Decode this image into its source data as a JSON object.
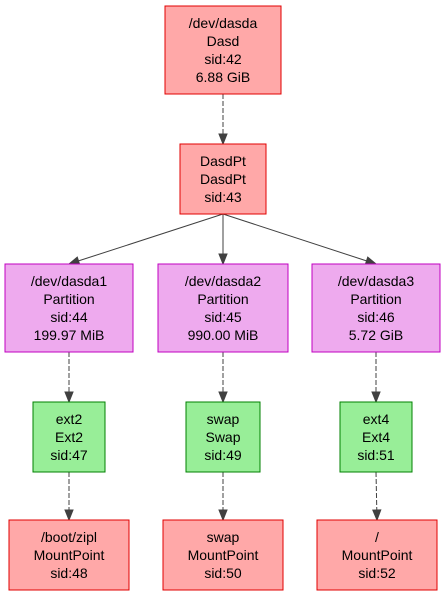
{
  "palette": {
    "disk": {
      "fill": "#ffa8a8",
      "stroke": "#e00000"
    },
    "table": {
      "fill": "#ffa8a8",
      "stroke": "#e00000"
    },
    "partition": {
      "fill": "#eeaaee",
      "stroke": "#c000c0"
    },
    "fs": {
      "fill": "#98ee98",
      "stroke": "#008000"
    },
    "mount": {
      "fill": "#ffa8a8",
      "stroke": "#e00000"
    },
    "edge": "#404040"
  },
  "nodes": [
    {
      "id": "n42",
      "kind": "disk",
      "lines": [
        "/dev/dasda",
        "Dasd",
        "sid:42",
        "6.88 GiB"
      ]
    },
    {
      "id": "n43",
      "kind": "table",
      "lines": [
        "DasdPt",
        "DasdPt",
        "sid:43"
      ]
    },
    {
      "id": "n44",
      "kind": "partition",
      "lines": [
        "/dev/dasda1",
        "Partition",
        "sid:44",
        "199.97 MiB"
      ]
    },
    {
      "id": "n45",
      "kind": "partition",
      "lines": [
        "/dev/dasda2",
        "Partition",
        "sid:45",
        "990.00 MiB"
      ]
    },
    {
      "id": "n46",
      "kind": "partition",
      "lines": [
        "/dev/dasda3",
        "Partition",
        "sid:46",
        "5.72 GiB"
      ]
    },
    {
      "id": "n47",
      "kind": "fs",
      "lines": [
        "ext2",
        "Ext2",
        "sid:47"
      ]
    },
    {
      "id": "n49",
      "kind": "fs",
      "lines": [
        "swap",
        "Swap",
        "sid:49"
      ]
    },
    {
      "id": "n51",
      "kind": "fs",
      "lines": [
        "ext4",
        "Ext4",
        "sid:51"
      ]
    },
    {
      "id": "n48",
      "kind": "mount",
      "lines": [
        "/boot/zipl",
        "MountPoint",
        "sid:48"
      ]
    },
    {
      "id": "n50",
      "kind": "mount",
      "lines": [
        "swap",
        "MountPoint",
        "sid:50"
      ]
    },
    {
      "id": "n52",
      "kind": "mount",
      "lines": [
        "/",
        "MountPoint",
        "sid:52"
      ]
    }
  ],
  "edges": [
    {
      "from": "n42",
      "to": "n43",
      "style": "dashed"
    },
    {
      "from": "n43",
      "to": "n44",
      "style": "solid"
    },
    {
      "from": "n43",
      "to": "n45",
      "style": "solid"
    },
    {
      "from": "n43",
      "to": "n46",
      "style": "solid"
    },
    {
      "from": "n44",
      "to": "n47",
      "style": "dashed"
    },
    {
      "from": "n45",
      "to": "n49",
      "style": "dashed"
    },
    {
      "from": "n46",
      "to": "n51",
      "style": "dashed"
    },
    {
      "from": "n47",
      "to": "n48",
      "style": "dashed"
    },
    {
      "from": "n49",
      "to": "n50",
      "style": "dashed"
    },
    {
      "from": "n51",
      "to": "n52",
      "style": "dashed"
    }
  ]
}
